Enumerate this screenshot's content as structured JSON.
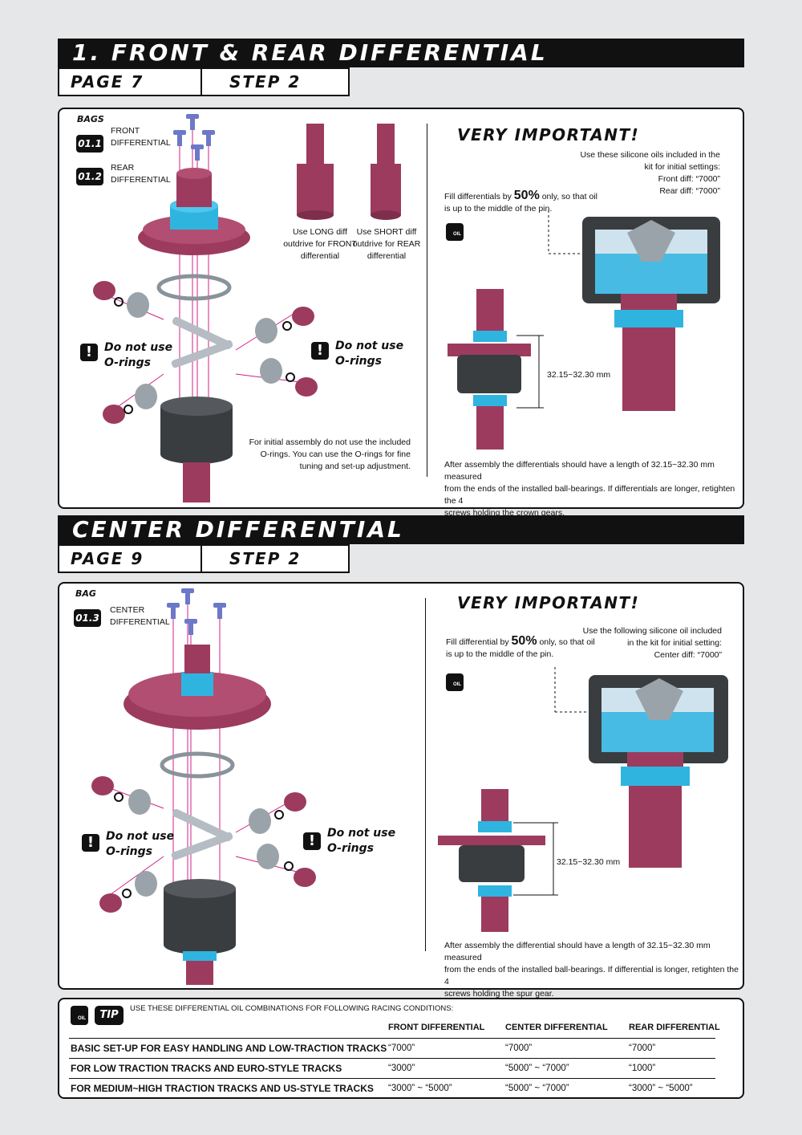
{
  "section1": {
    "title": "1. FRONT & REAR DIFFERENTIAL",
    "page": "PAGE 7",
    "step": "STEP 2",
    "bags_label": "BAGS",
    "bags": [
      {
        "code": "01.1",
        "label1": "FRONT",
        "label2": "DIFFERENTIAL"
      },
      {
        "code": "01.2",
        "label1": "REAR",
        "label2": "DIFFERENTIAL"
      }
    ],
    "long_outdrive": [
      "Use LONG diff",
      "outdrive for FRONT",
      "differential"
    ],
    "short_outdrive": [
      "Use SHORT diff",
      "outdrive for REAR",
      "differential"
    ],
    "warning_line1": "Do not use",
    "warning_line2": "O-rings",
    "initial_note": [
      "For initial assembly do not use the included",
      "O-rings. You can use the O-rings for fine",
      "tuning and set-up adjustment."
    ],
    "very_important": "VERY IMPORTANT!",
    "oil_note": [
      "Use these silicone oils included in the",
      "kit for initial settings:",
      "Front diff: “7000”",
      "Rear diff: “7000”"
    ],
    "fill_pre": "Fill differentials by ",
    "fill_pct": "50%",
    "fill_post": " only, so that oil",
    "fill_line2": "is up to the middle of the pin.",
    "oil_icon_label": "OIL",
    "measure": "32.15~32.30 mm",
    "after_note": [
      "After assembly the differentials should have a length of 32.15~32.30 mm measured",
      "from the ends of the installed ball-bearings. If differentials are longer, retighten the 4",
      "screws holding the crown gears."
    ]
  },
  "section2": {
    "title": "CENTER DIFFERENTIAL",
    "page": "PAGE 9",
    "step": "STEP 2",
    "bag_label": "BAG",
    "bag": {
      "code": "01.3",
      "label1": "CENTER",
      "label2": "DIFFERENTIAL"
    },
    "warning_line1": "Do not use",
    "warning_line2": "O-rings",
    "very_important": "VERY IMPORTANT!",
    "oil_note": [
      "Use the following silicone oil included",
      "in the kit for initial setting:",
      "Center diff: “7000”"
    ],
    "fill_pre": "Fill differential by ",
    "fill_pct": "50%",
    "fill_post": " only, so that oil",
    "fill_line2": "is up to the middle of the pin.",
    "oil_icon_label": "OIL",
    "measure": "32.15~32.30 mm",
    "after_note": [
      "After assembly the differential should have a length of 32.15~32.30 mm measured",
      "from the ends of the installed ball-bearings. If differential is longer, retighten the 4",
      "screws holding the spur gear."
    ]
  },
  "tip": {
    "badge": "TIP",
    "oil_icon_label": "OIL",
    "intro": "USE THESE DIFFERENTIAL OIL COMBINATIONS FOR FOLLOWING RACING CONDITIONS:",
    "columns": [
      "FRONT DIFFERENTIAL",
      "CENTER DIFFERENTIAL",
      "REAR DIFFERENTIAL"
    ],
    "rows": [
      {
        "label": "BASIC SET-UP FOR EASY HANDLING AND LOW-TRACTION TRACKS",
        "front": "“7000”",
        "center": "“7000”",
        "rear": "“7000”"
      },
      {
        "label": "FOR LOW TRACTION TRACKS AND EURO-STYLE TRACKS",
        "front": "“3000”",
        "center": "“5000” ~ “7000”",
        "rear": "“1000”"
      },
      {
        "label": "FOR MEDIUM~HIGH TRACTION TRACKS AND US-STYLE TRACKS",
        "front": "“3000” ~ “5000”",
        "center": "“5000” ~ “7000”",
        "rear": "“3000” ~ “5000”"
      }
    ]
  },
  "colors": {
    "part_maroon": "#9c3b5e",
    "part_cyan": "#2fb4e0",
    "part_dark": "#3a3d40",
    "screw_blue": "#6c78c8",
    "guide_pink": "#d0208a"
  }
}
